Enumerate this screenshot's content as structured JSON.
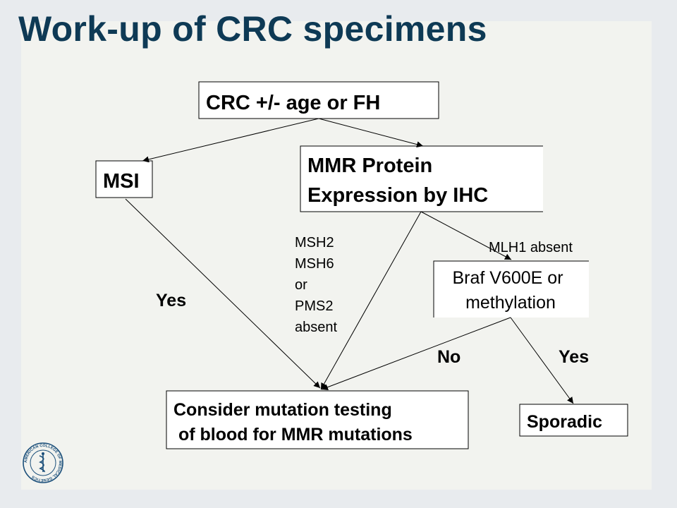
{
  "title": "Work-up of CRC specimens",
  "nodes": {
    "start": "CRC +/- age or FH",
    "msi": "MSI",
    "mmr_line1": "MMR Protein",
    "mmr_line2": "Expression by IHC",
    "braf_line1": "Braf V600E or",
    "braf_line2": "methylation",
    "consider_line1": "Consider mutation testing",
    "consider_line2": " of blood for MMR mutations",
    "sporadic": "Sporadic"
  },
  "edge_labels": {
    "msi_yes": "Yes",
    "absent_genes": [
      "MSH2",
      "MSH6",
      "or",
      "PMS2",
      "absent"
    ],
    "mlh1_absent": "MLH1 absent",
    "braf_no": "No",
    "braf_yes": "Yes"
  },
  "logo": {
    "name": "seal-logo-icon",
    "text": "AMERICAN COLLEGE OF MEDICAL GENETICS",
    "color": "#1b4f7a"
  },
  "colors": {
    "title": "#0e3a55",
    "slide_background": "#f2f3ef",
    "page_background": "#e8ebee"
  }
}
